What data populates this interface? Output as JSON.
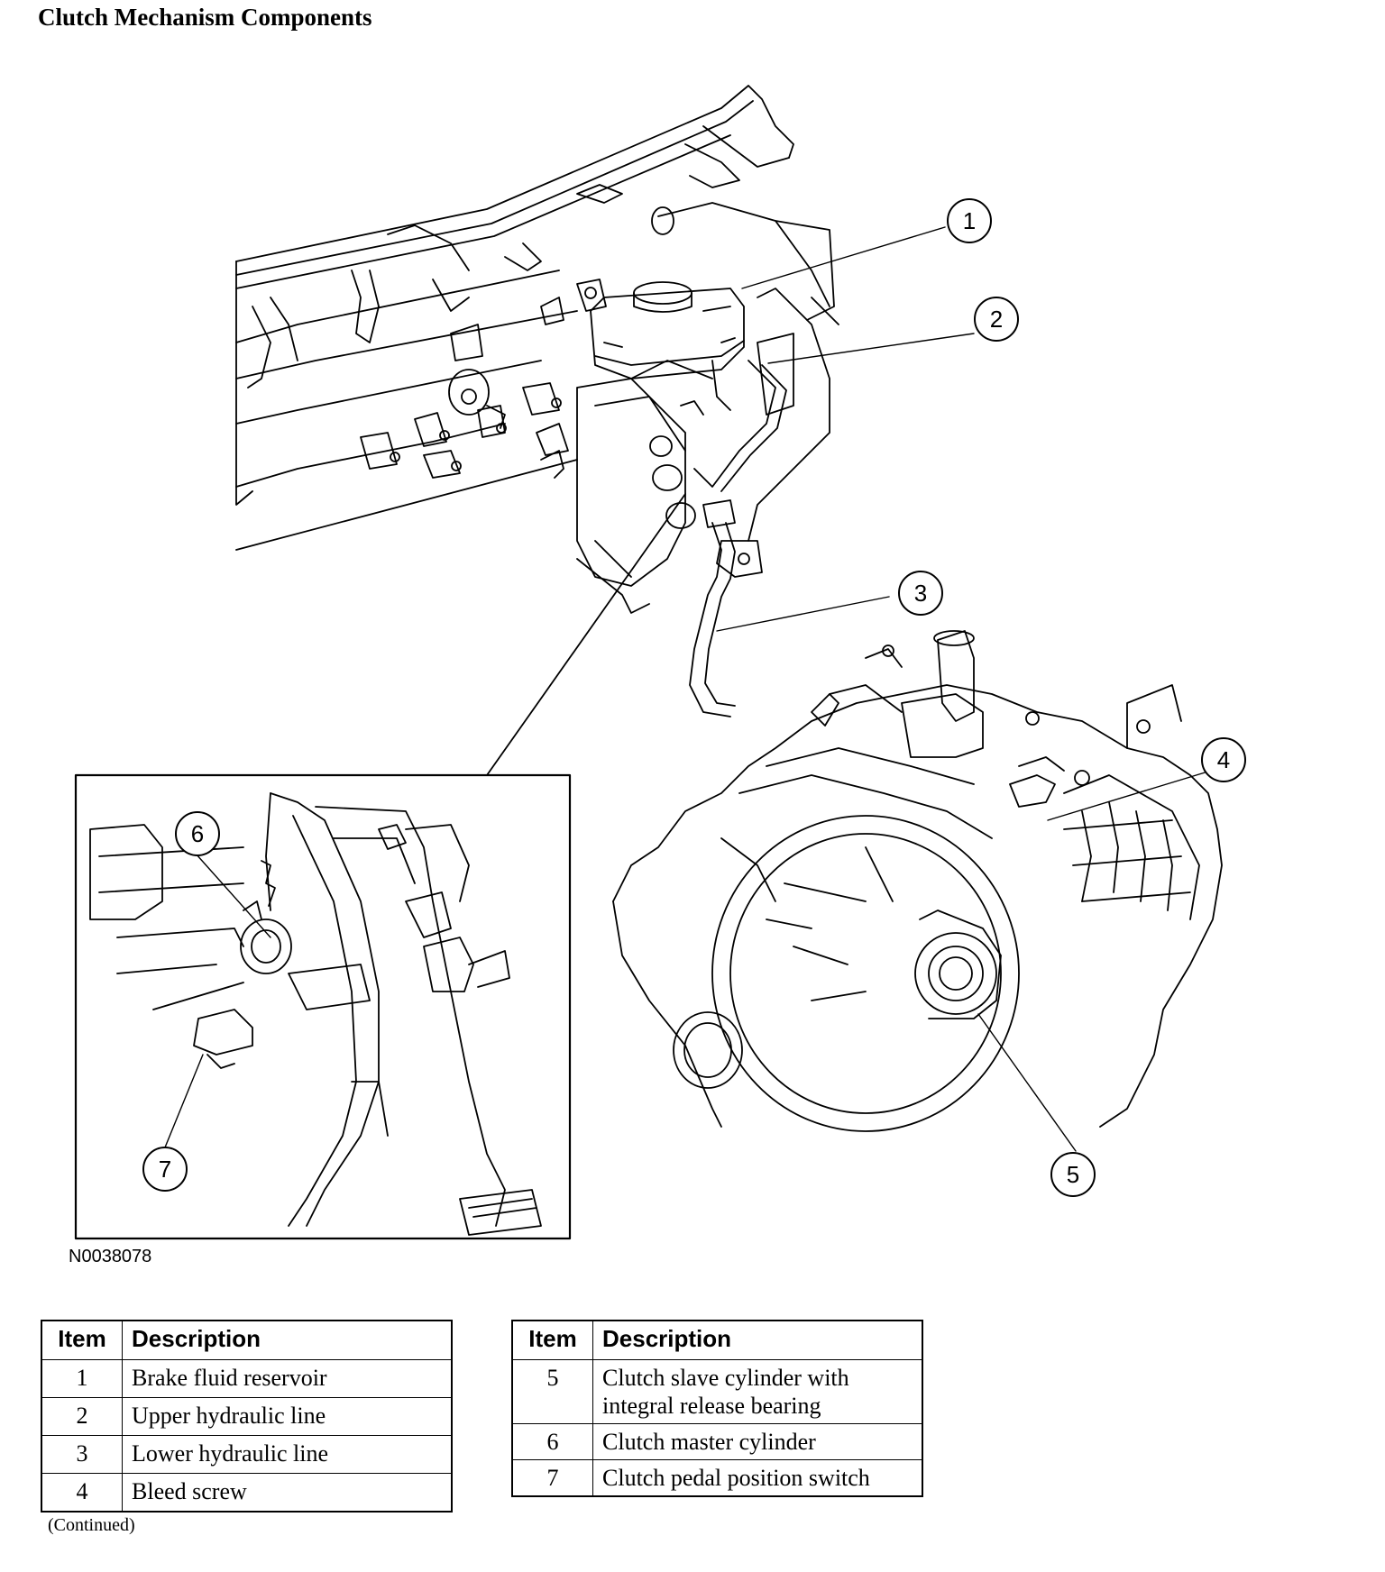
{
  "title": "Clutch Mechanism Components",
  "figure_id": "N0038078",
  "callouts": [
    "1",
    "2",
    "3",
    "4",
    "5",
    "6",
    "7"
  ],
  "legend_headers": {
    "item": "Item",
    "description": "Description"
  },
  "legend_left": [
    {
      "item": "1",
      "description": "Brake fluid reservoir"
    },
    {
      "item": "2",
      "description": "Upper hydraulic line"
    },
    {
      "item": "3",
      "description": "Lower hydraulic line"
    },
    {
      "item": "4",
      "description": "Bleed screw"
    }
  ],
  "legend_right": [
    {
      "item": "5",
      "description": "Clutch slave cylinder with integral release bearing"
    },
    {
      "item": "6",
      "description": "Clutch master cylinder"
    },
    {
      "item": "7",
      "description": "Clutch pedal position switch"
    }
  ],
  "continued": "(Continued)"
}
